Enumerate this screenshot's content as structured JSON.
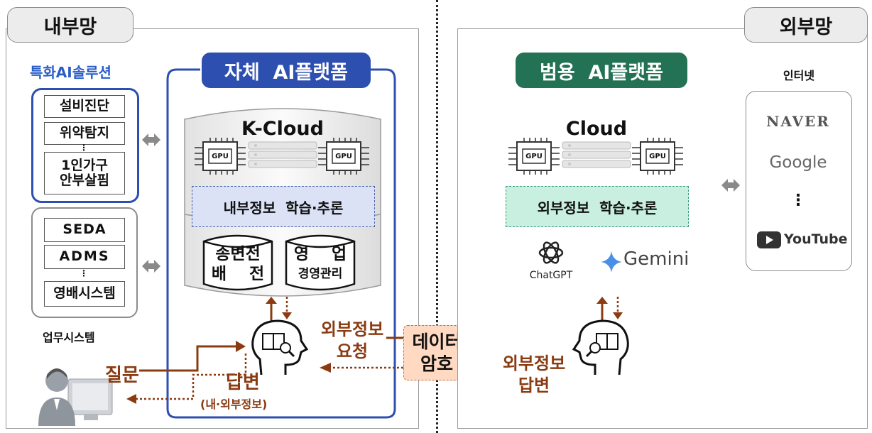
{
  "internal": {
    "tab_label": "내부망",
    "special_ai_title": "특화AI솔루션",
    "special_items": [
      "설비진단",
      "위약탐지",
      "1인가구\n안부살핌"
    ],
    "work_items": [
      "SEDA",
      "ADMS",
      "영배시스템"
    ],
    "work_systems_label": "업무시스템",
    "platform_title": "자체  AI플랫폼",
    "cloud_label": "K-Cloud",
    "learning_label": "내부정보  학습·추론",
    "db_left": [
      "송변전",
      "배    전"
    ],
    "db_right": [
      "영    업",
      "경영관리"
    ],
    "question_label": "질문",
    "answer_label": "답변",
    "answer_sub_label": "(내·외부정보)",
    "ext_request_label": "외부정보\n요청"
  },
  "center": {
    "encryption_label": "데이터\n암호"
  },
  "external": {
    "tab_label": "외부망",
    "platform_title": "범용  AI플랫폼",
    "cloud_label": "Cloud",
    "learning_label": "외부정보  학습·추론",
    "model_labels": [
      "ChatGPT",
      "Gemini"
    ],
    "ext_answer_label": "외부정보\n답변",
    "internet_label": "인터넷",
    "sites": [
      "NAVER",
      "Google",
      "YouTube"
    ]
  },
  "gpu_label": "GPU",
  "ellipsis": "⋮",
  "colors": {
    "internal_blue": "#2d4fb0",
    "external_green": "#237256",
    "arrow_brown": "#8a3b12",
    "special_title_blue": "#2a5ec8",
    "internal_layer_fill": "#dbe2f6",
    "external_layer_fill": "#c9efe0",
    "encryption_fill": "#ffd9c2"
  }
}
